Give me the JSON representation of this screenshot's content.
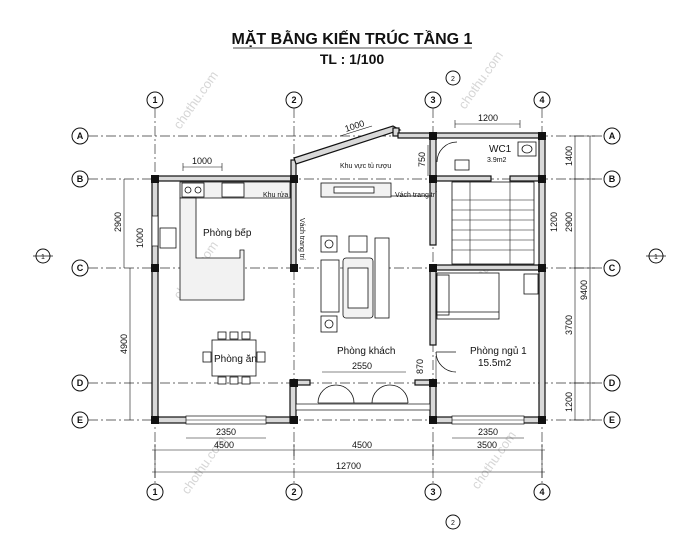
{
  "title": "MẶT BẰNG KIẾN TRÚC TẦNG 1",
  "scale": "TL : 1/100",
  "grid_cols": [
    "1",
    "2",
    "3",
    "4"
  ],
  "grid_rows": [
    "A",
    "B",
    "C",
    "D",
    "E"
  ],
  "section_markers": [
    "1",
    "2"
  ],
  "rooms": {
    "kitchen": "Phòng bếp",
    "dining": "Phòng ăn",
    "living": "Phòng khách",
    "bedroom": "Phòng ngủ 1",
    "bedroom_area": "15.5m2",
    "wc": "WC1",
    "wc_area": "3.9m2",
    "laundry": "Khu vực tủ rượu",
    "washing": "Khu rửa",
    "tv_wall": "Vách trang trí",
    "wall_left": "Vách trang trí"
  },
  "dims": {
    "top_1000_kitchen": "1000",
    "top_1000_slope": "1000",
    "top_1200_wc": "1200",
    "d750": "750",
    "left_2900": "2900",
    "left_1000": "1000",
    "left_4900": "4900",
    "stair_1200": "1200",
    "right_1400": "1400",
    "right_2900": "2900",
    "right_3700": "3700",
    "right_1200": "1200",
    "right_9400": "9400",
    "door_2550": "2550",
    "d870": "870",
    "win_2350_left": "2350",
    "win_2350_right": "2350",
    "bot_4500_a": "4500",
    "bot_4500_b": "4500",
    "bot_3500": "3500",
    "bot_12700": "12700"
  },
  "watermark": "chothu.com"
}
